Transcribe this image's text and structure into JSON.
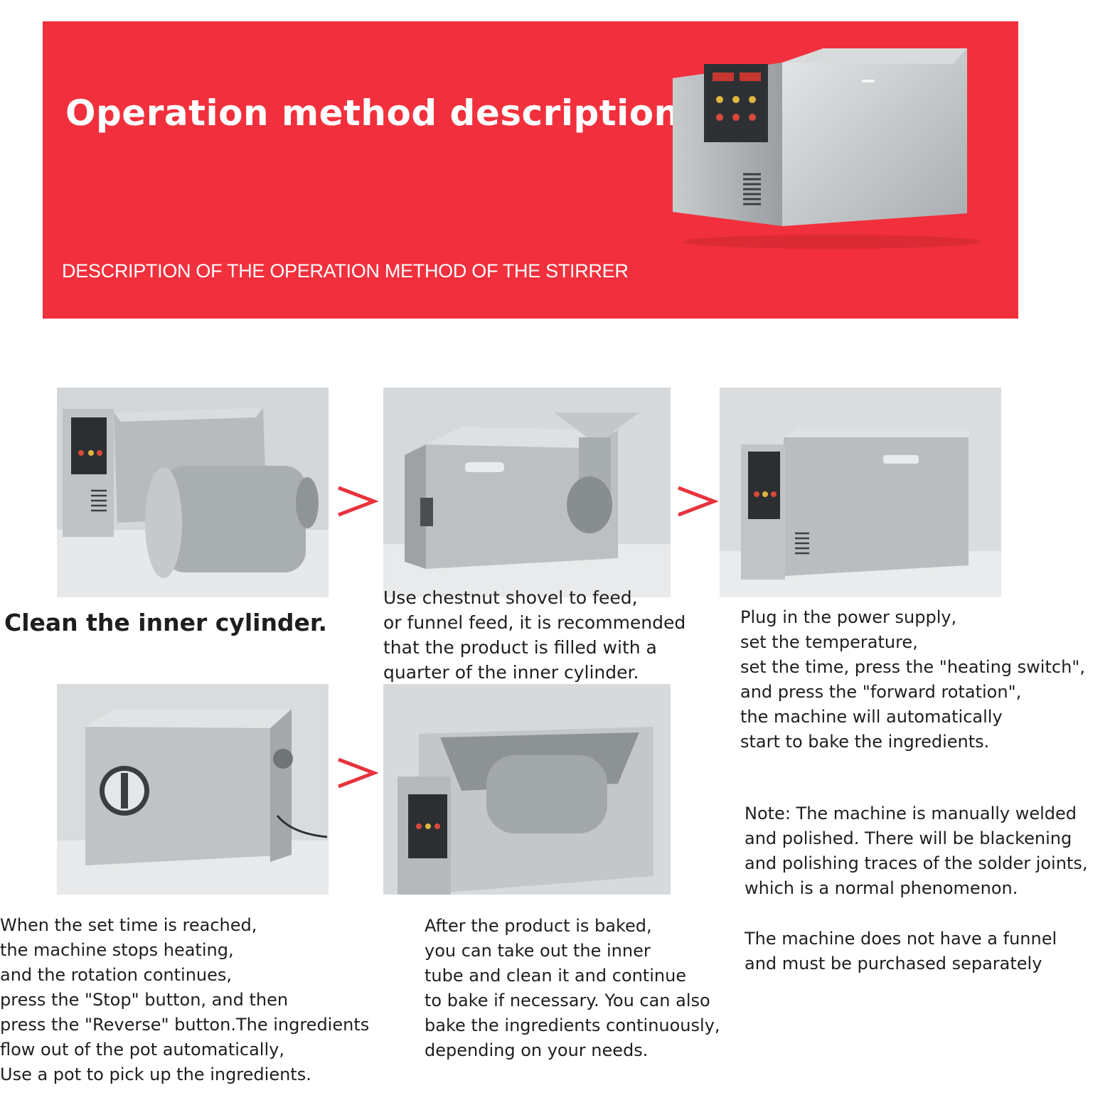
{
  "banner": {
    "title": "Operation method description",
    "subtitle": "DESCRIPTION OF THE OPERATION METHOD OF THE STIRRER"
  },
  "steps": [
    {
      "caption": [
        "Clean the inner cylinder."
      ]
    },
    {
      "caption": [
        "Use chestnut shovel to feed,",
        "or funnel feed, it is recommended",
        "that the product is filled with a",
        "quarter of the inner cylinder."
      ]
    },
    {
      "caption": [
        "Plug in the power supply,",
        "set the temperature,",
        "set the time, press the \"heating switch\",",
        "and press the \"forward rotation\",",
        "the machine will automatically",
        "start to bake the ingredients."
      ]
    },
    {
      "caption": [
        "When the set time is reached,",
        "the machine stops heating,",
        "and the rotation continues,",
        "press the \"Stop\" button, and then",
        "press the \"Reverse\" button.The ingredients",
        "flow out of the pot automatically,",
        "Use a pot to pick up the ingredients."
      ]
    },
    {
      "caption": [
        "After the product is baked,",
        "you can take out the inner",
        "tube and clean it and continue",
        "to bake if necessary. You can also",
        "bake the ingredients continuously,",
        "depending on your needs."
      ]
    }
  ],
  "notes": [
    [
      "Note: The machine is manually welded",
      "and polished. There will be blackening",
      "and polishing traces of the solder joints,",
      "which is a normal phenomenon."
    ],
    [
      "The machine does not have a funnel",
      "and must be purchased separately"
    ]
  ],
  "colors": {
    "banner": "#f2303d",
    "arrow": "#e8333d",
    "text": "#1e1e1e"
  }
}
